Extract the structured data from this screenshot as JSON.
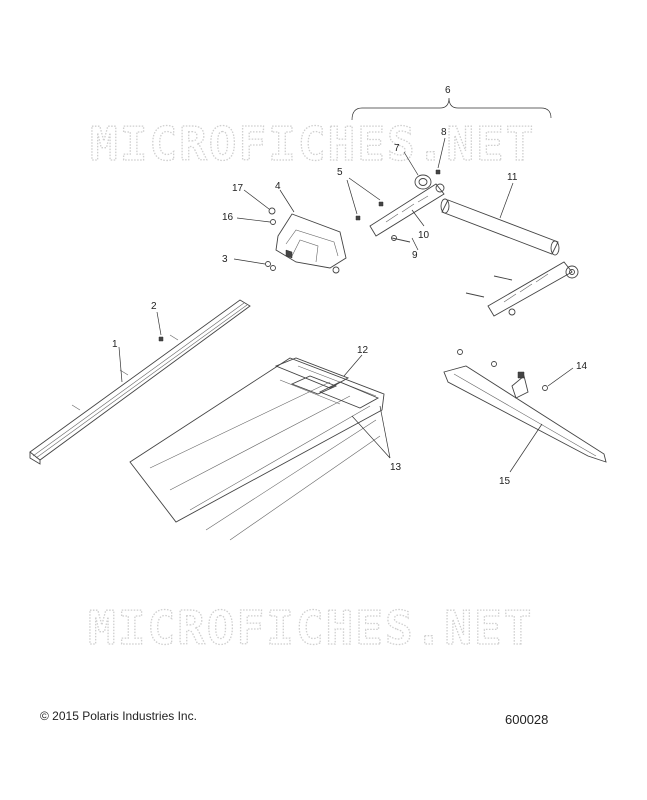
{
  "watermark": {
    "text": "MICROFICHES.NET"
  },
  "footer": {
    "copyright": "© 2015 Polaris Industries Inc.",
    "figure_number": "600028"
  },
  "callouts": {
    "c1": "1",
    "c2": "2",
    "c3": "3",
    "c4": "4",
    "c5": "5",
    "c6": "6",
    "c7": "7",
    "c8": "8",
    "c9": "9",
    "c10": "10",
    "c11": "11",
    "c12": "12",
    "c13": "13",
    "c14": "14",
    "c15": "15",
    "c16": "16",
    "c17": "17"
  },
  "colors": {
    "line": "#444444",
    "watermark": "#cfcfcf",
    "text": "#222222"
  }
}
